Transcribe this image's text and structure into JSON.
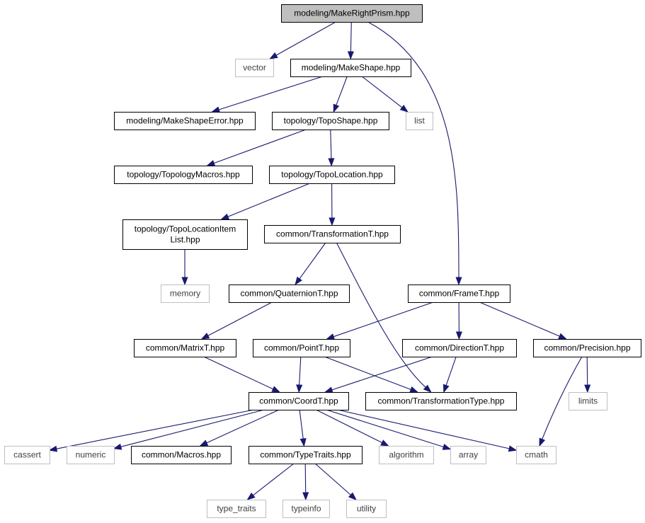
{
  "diagram": {
    "nodes": [
      {
        "id": "root",
        "kind": "root",
        "lines": [
          "modeling/MakeRightPrism.hpp"
        ]
      },
      {
        "id": "vector",
        "kind": "external",
        "lines": [
          "vector"
        ]
      },
      {
        "id": "makeshape",
        "kind": "normal",
        "lines": [
          "modeling/MakeShape.hpp"
        ]
      },
      {
        "id": "makeshapeerror",
        "kind": "normal",
        "lines": [
          "modeling/MakeShapeError.hpp"
        ]
      },
      {
        "id": "toposhape",
        "kind": "normal",
        "lines": [
          "topology/TopoShape.hpp"
        ]
      },
      {
        "id": "list",
        "kind": "external",
        "lines": [
          "list"
        ]
      },
      {
        "id": "topologymacros",
        "kind": "normal",
        "lines": [
          "topology/TopologyMacros.hpp"
        ]
      },
      {
        "id": "topolocation",
        "kind": "normal",
        "lines": [
          "topology/TopoLocation.hpp"
        ]
      },
      {
        "id": "topolocationitemlist",
        "kind": "normal",
        "lines": [
          "topology/TopoLocationItem",
          "List.hpp"
        ]
      },
      {
        "id": "transformationt",
        "kind": "normal",
        "lines": [
          "common/TransformationT.hpp"
        ]
      },
      {
        "id": "memory",
        "kind": "external",
        "lines": [
          "memory"
        ]
      },
      {
        "id": "quaterniont",
        "kind": "normal",
        "lines": [
          "common/QuaternionT.hpp"
        ]
      },
      {
        "id": "framet",
        "kind": "normal",
        "lines": [
          "common/FrameT.hpp"
        ]
      },
      {
        "id": "matrixt",
        "kind": "normal",
        "lines": [
          "common/MatrixT.hpp"
        ]
      },
      {
        "id": "pointt",
        "kind": "normal",
        "lines": [
          "common/PointT.hpp"
        ]
      },
      {
        "id": "directiont",
        "kind": "normal",
        "lines": [
          "common/DirectionT.hpp"
        ]
      },
      {
        "id": "precision",
        "kind": "normal",
        "lines": [
          "common/Precision.hpp"
        ]
      },
      {
        "id": "coordt",
        "kind": "normal",
        "lines": [
          "common/CoordT.hpp"
        ]
      },
      {
        "id": "transformationtype",
        "kind": "normal",
        "lines": [
          "common/TransformationType.hpp"
        ]
      },
      {
        "id": "limits",
        "kind": "external",
        "lines": [
          "limits"
        ]
      },
      {
        "id": "cassert",
        "kind": "external",
        "lines": [
          "cassert"
        ]
      },
      {
        "id": "numeric",
        "kind": "external",
        "lines": [
          "numeric"
        ]
      },
      {
        "id": "macros",
        "kind": "normal",
        "lines": [
          "common/Macros.hpp"
        ]
      },
      {
        "id": "typetraits",
        "kind": "normal",
        "lines": [
          "common/TypeTraits.hpp"
        ]
      },
      {
        "id": "algorithm",
        "kind": "external",
        "lines": [
          "algorithm"
        ]
      },
      {
        "id": "array",
        "kind": "external",
        "lines": [
          "array"
        ]
      },
      {
        "id": "cmath",
        "kind": "external",
        "lines": [
          "cmath"
        ]
      },
      {
        "id": "type_traits",
        "kind": "external",
        "lines": [
          "type_traits"
        ]
      },
      {
        "id": "typeinfo",
        "kind": "external",
        "lines": [
          "typeinfo"
        ]
      },
      {
        "id": "utility",
        "kind": "external",
        "lines": [
          "utility"
        ]
      }
    ],
    "edges": [
      [
        "root",
        "vector"
      ],
      [
        "root",
        "makeshape"
      ],
      [
        "root",
        "framet"
      ],
      [
        "makeshape",
        "makeshapeerror"
      ],
      [
        "makeshape",
        "toposhape"
      ],
      [
        "makeshape",
        "list"
      ],
      [
        "toposhape",
        "topologymacros"
      ],
      [
        "toposhape",
        "topolocation"
      ],
      [
        "topolocation",
        "topolocationitemlist"
      ],
      [
        "topolocation",
        "transformationt"
      ],
      [
        "topolocationitemlist",
        "memory"
      ],
      [
        "transformationt",
        "quaterniont"
      ],
      [
        "transformationt",
        "transformationtype"
      ],
      [
        "quaterniont",
        "matrixt"
      ],
      [
        "framet",
        "pointt"
      ],
      [
        "framet",
        "directiont"
      ],
      [
        "framet",
        "precision"
      ],
      [
        "matrixt",
        "coordt"
      ],
      [
        "pointt",
        "coordt"
      ],
      [
        "pointt",
        "transformationtype"
      ],
      [
        "directiont",
        "coordt"
      ],
      [
        "directiont",
        "transformationtype"
      ],
      [
        "precision",
        "limits"
      ],
      [
        "precision",
        "cmath"
      ],
      [
        "coordt",
        "cassert"
      ],
      [
        "coordt",
        "numeric"
      ],
      [
        "coordt",
        "macros"
      ],
      [
        "coordt",
        "typetraits"
      ],
      [
        "coordt",
        "algorithm"
      ],
      [
        "coordt",
        "array"
      ],
      [
        "coordt",
        "cmath"
      ],
      [
        "typetraits",
        "type_traits"
      ],
      [
        "typetraits",
        "typeinfo"
      ],
      [
        "typetraits",
        "utility"
      ]
    ],
    "colors": {
      "edge": "#191970",
      "root_fill": "#bfbfbf",
      "node_border": "#000000",
      "external_border": "#bfbfbf",
      "external_text": "#3f3f3f"
    }
  }
}
